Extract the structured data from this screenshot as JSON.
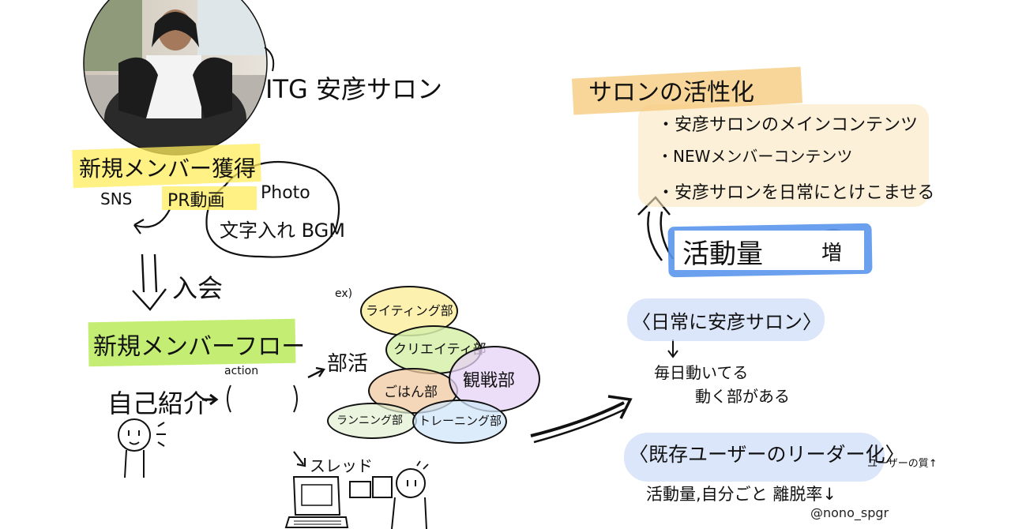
{
  "left": {
    "title": "ITG 安彦サロン",
    "acquire": "新規メンバー獲得",
    "sns": "SNS",
    "pr": "PR動画",
    "photo": "Photo",
    "text_bgm": "文字入れ BGM",
    "join": "入会",
    "flow": "新規メンバーフロー",
    "action": "action",
    "intro": "自己紹介",
    "ex": "ex)",
    "club": "部活",
    "thread": "スレッド"
  },
  "clubs": [
    "ライティング部",
    "クリエイティ部",
    "ごはん部",
    "観戦部",
    "ランニング部",
    "トレーニング部"
  ],
  "right": {
    "title": "サロンの活性化",
    "bullets": [
      "・安彦サロンのメインコンテンツ",
      "・NEWメンバーコンテンツ",
      "・安彦サロンを日常にとけこませる"
    ],
    "activity": "活動量",
    "increase": "増",
    "daily": "〈日常に安彦サロン〉",
    "daily_note1": "毎日動いてる",
    "daily_note2": "動く部がある",
    "leader": "〈既存ユーザーのリーダー化〉",
    "user_quality": "ユーザーの質↑",
    "metrics": "活動量,自分ごと 離脱率↓",
    "handle": "@nono_spgr"
  },
  "colors": {
    "yellow": "#ffec5a",
    "green": "#baeb5a",
    "blue": "#5a96eb",
    "orange": "#f5c878"
  }
}
